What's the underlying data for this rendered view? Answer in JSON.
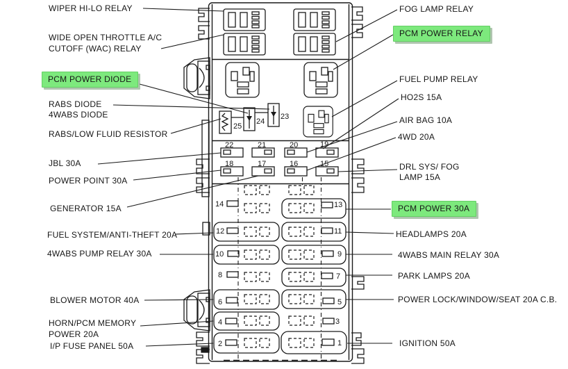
{
  "highlight_color": "#7de97d",
  "left_labels": {
    "wiper": "WIPER HI-LO  RELAY",
    "wot1": "WIDE OPEN THROTTLE A/C",
    "wot2": "CUTOFF (WAC)   RELAY",
    "pcm_diode": "PCM POWER DIODE",
    "rabs_diode": "RABS DIODE",
    "fwabs_diode": "4WABS DIODE",
    "rabs_resistor": "RABS/LOW FLUID RESISTOR",
    "jbl": "JBL 30A",
    "power_point": "POWER POINT 30A",
    "generator": "GENERATOR 15A",
    "fuel_system": "FUEL SYSTEM/ANTI-THEFT 20A",
    "fwabs_pump": "4WABS PUMP RELAY  30A",
    "blower": "BLOWER MOTOR 40A",
    "horn1": "HORN/PCM MEMORY",
    "horn2": "POWER 20A",
    "ip_fuse": "I/P FUSE PANEL 50A"
  },
  "right_labels": {
    "fog": "FOG LAMP RELAY",
    "pcm_relay": "PCM POWER RELAY",
    "fuel_pump": "FUEL PUMP RELAY",
    "ho2s": "HO2S 15A",
    "air_bag": "AIR BAG 10A",
    "fwd": "4WD 20A",
    "drl1": "DRL SYS/ FOG",
    "drl2": "LAMP 15A",
    "pcm30": "PCM POWER 30A",
    "headlamps": "HEADLAMPS 20A",
    "fwabs_main": "4WABS MAIN RELAY  30A",
    "park": "PARK LAMPS 20A",
    "power_lock": "POWER LOCK/WINDOW/SEAT 20A C.B.",
    "ignition": "IGNITION 50A"
  },
  "numbers": {
    "1": "1",
    "2": "2",
    "3": "3",
    "4": "4",
    "5": "5",
    "6": "6",
    "7": "7",
    "8": "8",
    "9": "9",
    "10": "10",
    "11": "11",
    "12": "12",
    "13": "13",
    "14": "14",
    "15": "15",
    "16": "16",
    "17": "17",
    "18": "18",
    "19": "19",
    "20": "20",
    "21": "21",
    "22": "22",
    "23": "23",
    "24": "24",
    "25": "25"
  }
}
